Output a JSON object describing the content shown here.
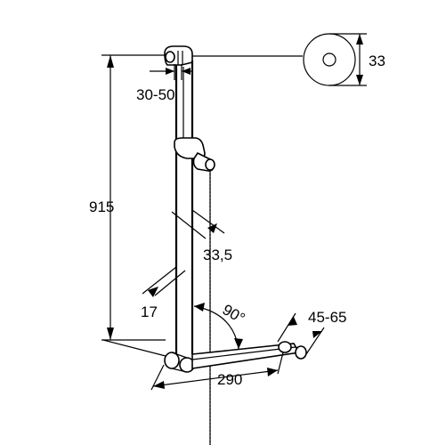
{
  "dimensions": {
    "total_height": "915",
    "rail_clearance": "30-50",
    "rosette_diameter": "33",
    "rail_tube": "33,5",
    "bar_tube": "17",
    "angle": "90°",
    "bar_clearance": "45-65",
    "bar_length": "290"
  }
}
